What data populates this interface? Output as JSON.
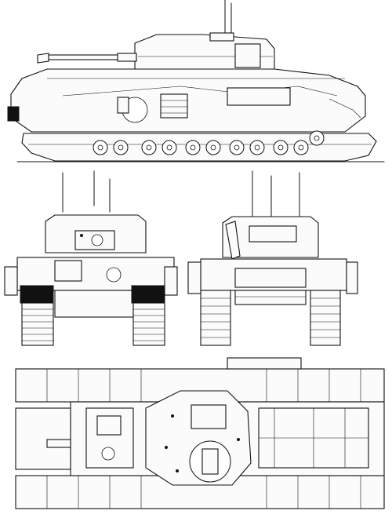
{
  "drawing": {
    "line_color": "#111111",
    "paper_color": "#ffffff",
    "views": [
      "side-view",
      "front-view",
      "rear-view",
      "top-view"
    ]
  }
}
